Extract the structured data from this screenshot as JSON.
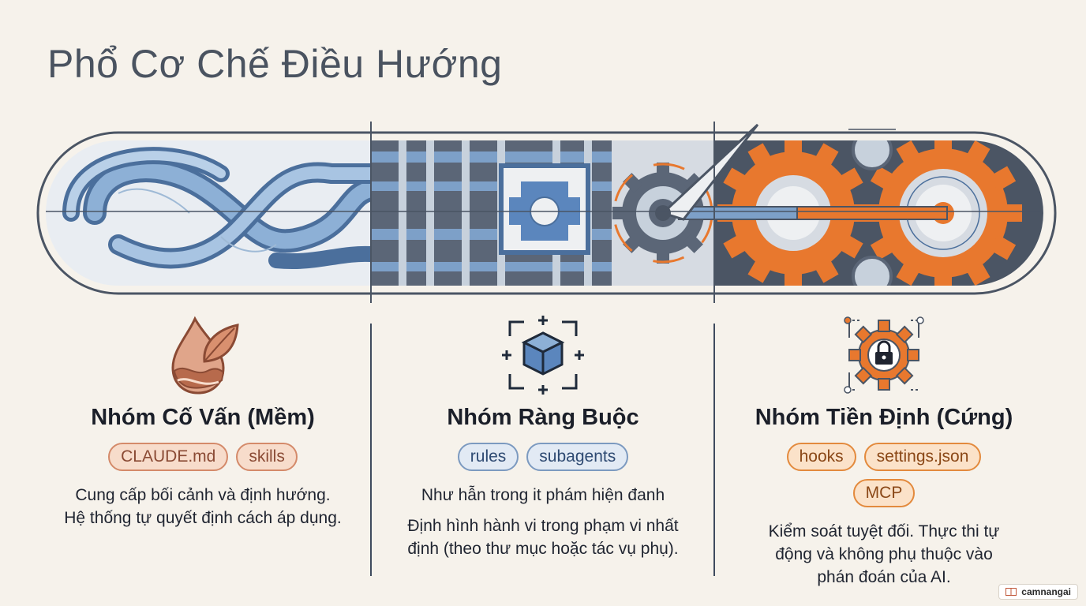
{
  "title": "Phổ Cơ Chế Điều Hướng",
  "colors": {
    "soft": "#d48a6a",
    "blue": "#5b86bd",
    "orange": "#e8782e",
    "dark": "#4b5564"
  },
  "columns": [
    {
      "heading": "Nhóm Cố Vấn (Mềm)",
      "tags": [
        "CLAUDE.md",
        "skills"
      ],
      "description": [
        "Cung cấp bối cảnh và định hướng.",
        "Hệ thống tự quyết định cách áp dụng."
      ],
      "icon": "water-drop-leaf-icon"
    },
    {
      "heading": "Nhóm Ràng Buộc",
      "tags": [
        "rules",
        "subagents"
      ],
      "note": "Như hẫn trong it phám hiện đanh",
      "description": [
        "Định hình hành vi trong phạm vi nhất định (theo thư mục hoặc tác vụ phụ)."
      ],
      "icon": "cube-frame-icon"
    },
    {
      "heading": "Nhóm Tiền Định (Cứng)",
      "tags": [
        "hooks",
        "settings.json",
        "MCP"
      ],
      "description": [
        "Kiểm soát tuyệt đối. Thực thi tự động và không phụ thuộc vào phán đoán của AI."
      ],
      "icon": "gear-lock-icon"
    }
  ],
  "badge": "camnangai"
}
